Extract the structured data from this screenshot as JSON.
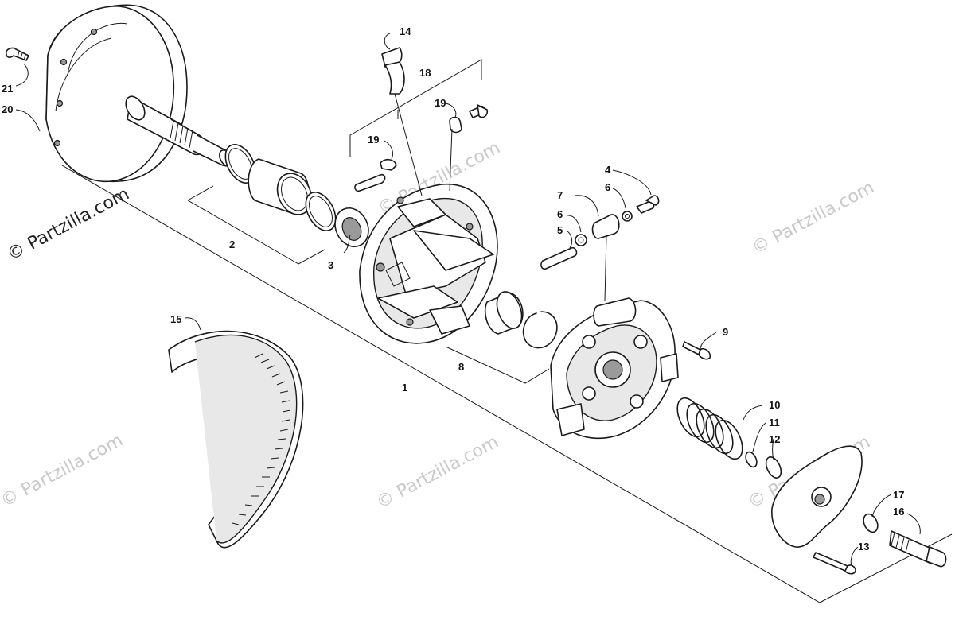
{
  "watermarks": {
    "text": "© Partzilla.com",
    "color_light": "#c9c9c9",
    "color_dark": "#222222"
  },
  "callouts": {
    "c1": "1",
    "c2": "2",
    "c3": "3",
    "c4": "4",
    "c5": "5",
    "c6a": "6",
    "c6b": "6",
    "c7": "7",
    "c8": "8",
    "c9": "9",
    "c10": "10",
    "c11": "11",
    "c12": "12",
    "c13": "13",
    "c14": "14",
    "c15": "15",
    "c16": "16",
    "c17": "17",
    "c18": "18",
    "c19a": "19",
    "c19b": "19",
    "c20": "20",
    "c21": "21"
  },
  "icons": {
    "belt": "drive-belt-icon",
    "fixed_sheave": "fixed-sheave-icon",
    "movable_sheave": "movable-sheave-icon",
    "spider": "spider-icon",
    "cover": "cover-icon",
    "spring": "spring-icon"
  }
}
